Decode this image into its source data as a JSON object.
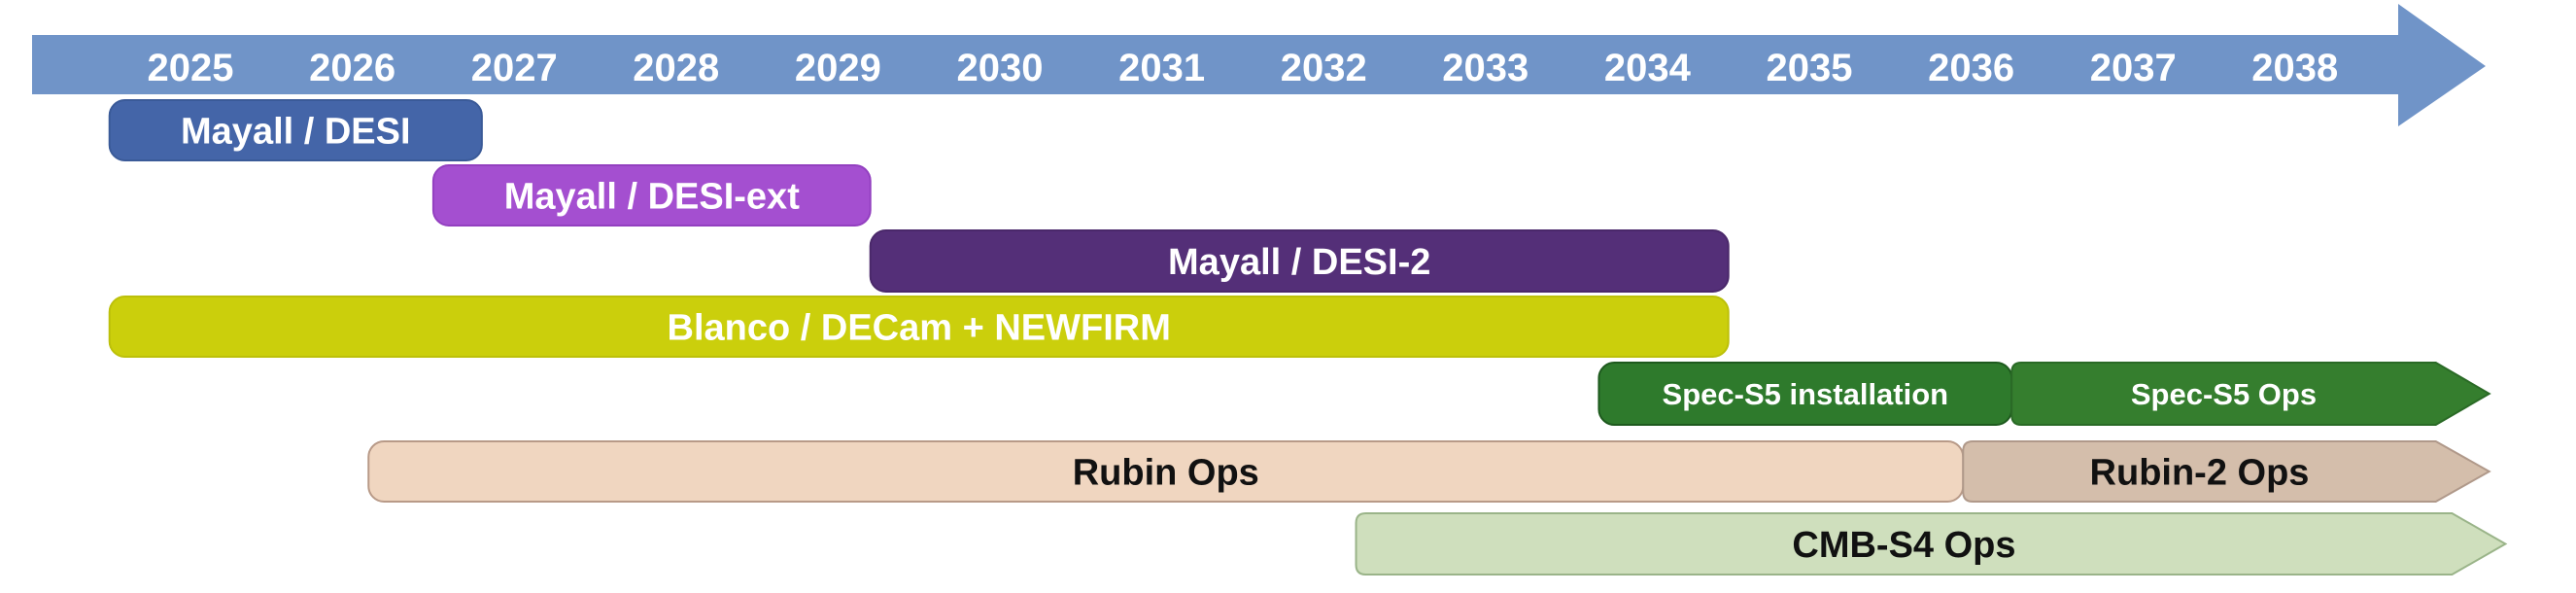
{
  "timeline": {
    "arrow_color": "#7094c8",
    "years": [
      "2025",
      "2026",
      "2027",
      "2028",
      "2029",
      "2030",
      "2031",
      "2032",
      "2033",
      "2034",
      "2035",
      "2036",
      "2037",
      "2038"
    ]
  },
  "bars": [
    {
      "id": "mayall-desi",
      "label": "Mayall / DESI",
      "start_year": 2024.5,
      "end_year": 2026.8,
      "fill": "#4465a8",
      "stroke": "#3a5a98",
      "text_color": "#ffffff",
      "shape": "rounded"
    },
    {
      "id": "mayall-desi-ext",
      "label": "Mayall / DESI-ext",
      "start_year": 2026.5,
      "end_year": 2029.2,
      "fill": "#a44fd0",
      "stroke": "#9340c0",
      "text_color": "#ffffff",
      "shape": "rounded"
    },
    {
      "id": "mayall-desi-2",
      "label": "Mayall / DESI-2",
      "start_year": 2029.2,
      "end_year": 2034.5,
      "fill": "#542f78",
      "stroke": "#4a286a",
      "text_color": "#ffffff",
      "shape": "rounded"
    },
    {
      "id": "blanco-decam-newfirm",
      "label": "Blanco / DECam + NEWFIRM",
      "start_year": 2024.5,
      "end_year": 2034.5,
      "fill": "#cbcf0c",
      "stroke": "#bcc00a",
      "text_color": "#ffffff",
      "shape": "rounded"
    },
    {
      "id": "spec-s5-installation",
      "label": "Spec-S5 installation",
      "start_year": 2033.7,
      "end_year": 2036.25,
      "fill": "#2e7a2c",
      "stroke": "#1e5a1e",
      "text_color": "#ffffff",
      "shape": "rounded"
    },
    {
      "id": "spec-s5-ops",
      "label": "Spec-S5 Ops",
      "start_year": 2036.25,
      "end_year": 2039.2,
      "fill": "#357e2e",
      "stroke": "#2a6a26",
      "text_color": "#ffffff",
      "shape": "arrow"
    },
    {
      "id": "rubin-ops",
      "label": "Rubin Ops",
      "start_year": 2026.1,
      "end_year": 2035.95,
      "fill": "#f0d6c0",
      "stroke": "#b89a88",
      "text_color": "#111111",
      "shape": "rounded"
    },
    {
      "id": "rubin-2-ops",
      "label": "Rubin-2 Ops",
      "start_year": 2035.95,
      "end_year": 2039.2,
      "fill": "#d4beab",
      "stroke": "#b0998a",
      "text_color": "#111111",
      "shape": "arrow"
    },
    {
      "id": "cmb-s4-ops",
      "label": "CMB-S4 Ops",
      "start_year": 2032.2,
      "end_year": 2039.3,
      "fill": "#cfdfbd",
      "stroke": "#9ab489",
      "text_color": "#111111",
      "shape": "arrow"
    }
  ]
}
